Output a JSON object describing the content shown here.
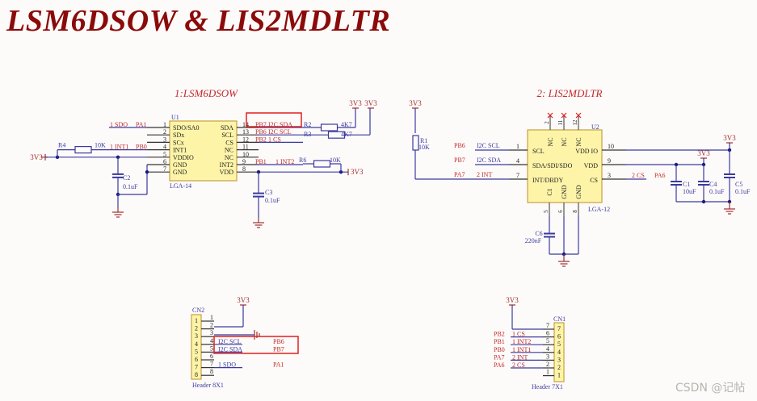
{
  "title": "LSM6DSOW & LIS2MDLTR",
  "watermark": "CSDN @记帖",
  "colors": {
    "title": "#8b0a0a",
    "wire": "#3a3aa0",
    "net_label": "#c0282a",
    "part_fill": "#fdf4a8",
    "part_border": "#c8a040",
    "power": "#a03030",
    "highlight": "#e02020"
  },
  "u1": {
    "section_title": "1:LSM6DSOW",
    "designator": "U1",
    "package": "LGA-14",
    "left_pins": [
      {
        "num": "1",
        "name": "SDO/SA0",
        "net": "1_SDO",
        "port": "PA1"
      },
      {
        "num": "2",
        "name": "SDx",
        "net": "",
        "port": ""
      },
      {
        "num": "3",
        "name": "SCx",
        "net": "",
        "port": ""
      },
      {
        "num": "4",
        "name": "INT1",
        "net": "1_INT1",
        "port": "PB0"
      },
      {
        "num": "5",
        "name": "VDDIO",
        "net": "",
        "port": ""
      },
      {
        "num": "6",
        "name": "GND",
        "net": "",
        "port": ""
      },
      {
        "num": "7",
        "name": "GND",
        "net": "",
        "port": ""
      }
    ],
    "right_pins": [
      {
        "num": "14",
        "name": "SDA",
        "port": "PB7",
        "net": "I2C_SDA"
      },
      {
        "num": "13",
        "name": "SCL",
        "port": "PB6",
        "net": "I2C_SCL"
      },
      {
        "num": "12",
        "name": "CS",
        "port": "PB2",
        "net": "1_CS"
      },
      {
        "num": "11",
        "name": "NC",
        "port": "",
        "net": ""
      },
      {
        "num": "10",
        "name": "NC",
        "port": "",
        "net": ""
      },
      {
        "num": "9",
        "name": "INT2",
        "port": "PB1",
        "net": "1_INT2"
      },
      {
        "num": "8",
        "name": "VDD",
        "port": "",
        "net": ""
      }
    ],
    "r4": {
      "ref": "R4",
      "value": "10K"
    },
    "c2": {
      "ref": "C2",
      "value": "0.1uF"
    },
    "c3": {
      "ref": "C3",
      "value": "0.1uF"
    },
    "r2": {
      "ref": "R2",
      "value": "4K7"
    },
    "r3": {
      "ref": "R3",
      "value": "4K7"
    },
    "r6": {
      "ref": "R6",
      "value": "10K"
    },
    "power": "3V3"
  },
  "u2": {
    "section_title": "2: LIS2MDLTR",
    "designator": "U2",
    "package": "LGA-12",
    "left_pins": [
      {
        "num": "1",
        "name": "SCL",
        "net": "I2C_SCL",
        "port": "PB6"
      },
      {
        "num": "4",
        "name": "SDA/SDI/SDO",
        "net": "I2C_SDA",
        "port": "PB7"
      },
      {
        "num": "7",
        "name": "INT/DRDY",
        "net": "2_INT",
        "port": "PA7"
      }
    ],
    "right_pins": [
      {
        "num": "10",
        "name": "VDD_IO"
      },
      {
        "num": "9",
        "name": "VDD"
      },
      {
        "num": "3",
        "name": "CS",
        "net": "2_CS",
        "port": "PA6"
      }
    ],
    "top_pins": [
      {
        "num": "2",
        "name": "NC"
      },
      {
        "num": "11",
        "name": "NC"
      },
      {
        "num": "12",
        "name": "NC"
      }
    ],
    "bottom_pins": [
      {
        "num": "5",
        "name": "C1"
      },
      {
        "num": "6",
        "name": "GND"
      },
      {
        "num": "8",
        "name": "GND"
      }
    ],
    "r1": {
      "ref": "R1",
      "value": "10K"
    },
    "c1": {
      "ref": "C1",
      "value": "10uF"
    },
    "c4": {
      "ref": "C4",
      "value": "0.1uF"
    },
    "c5": {
      "ref": "C5",
      "value": "0.1uF"
    },
    "c6": {
      "ref": "C6",
      "value": "220nF"
    },
    "power": "3V3"
  },
  "cn2": {
    "designator": "CN2",
    "footprint": "Header 8X1",
    "pins": [
      "1",
      "2",
      "3",
      "4",
      "5",
      "6",
      "7",
      "8"
    ],
    "nets": [
      {
        "pin": "4",
        "net": "I2C_SCL",
        "port": "PB6"
      },
      {
        "pin": "5",
        "net": "I2C_SDA",
        "port": "PB7"
      },
      {
        "pin": "7",
        "net": "1_SDO",
        "port": "PA1"
      }
    ],
    "power": "3V3"
  },
  "cn1": {
    "designator": "CN1",
    "footprint": "Header 7X1",
    "pins": [
      "7",
      "6",
      "5",
      "4",
      "3",
      "2",
      "1"
    ],
    "nets": [
      {
        "pin": "6",
        "net": "1_CS",
        "port": "PB2"
      },
      {
        "pin": "5",
        "net": "1_INT2",
        "port": "PB1"
      },
      {
        "pin": "4",
        "net": "1_INT1",
        "port": "PB0"
      },
      {
        "pin": "3",
        "net": "2_INT",
        "port": "PA7"
      },
      {
        "pin": "2",
        "net": "2_CS",
        "port": "PA6"
      }
    ],
    "power": "3V3"
  }
}
